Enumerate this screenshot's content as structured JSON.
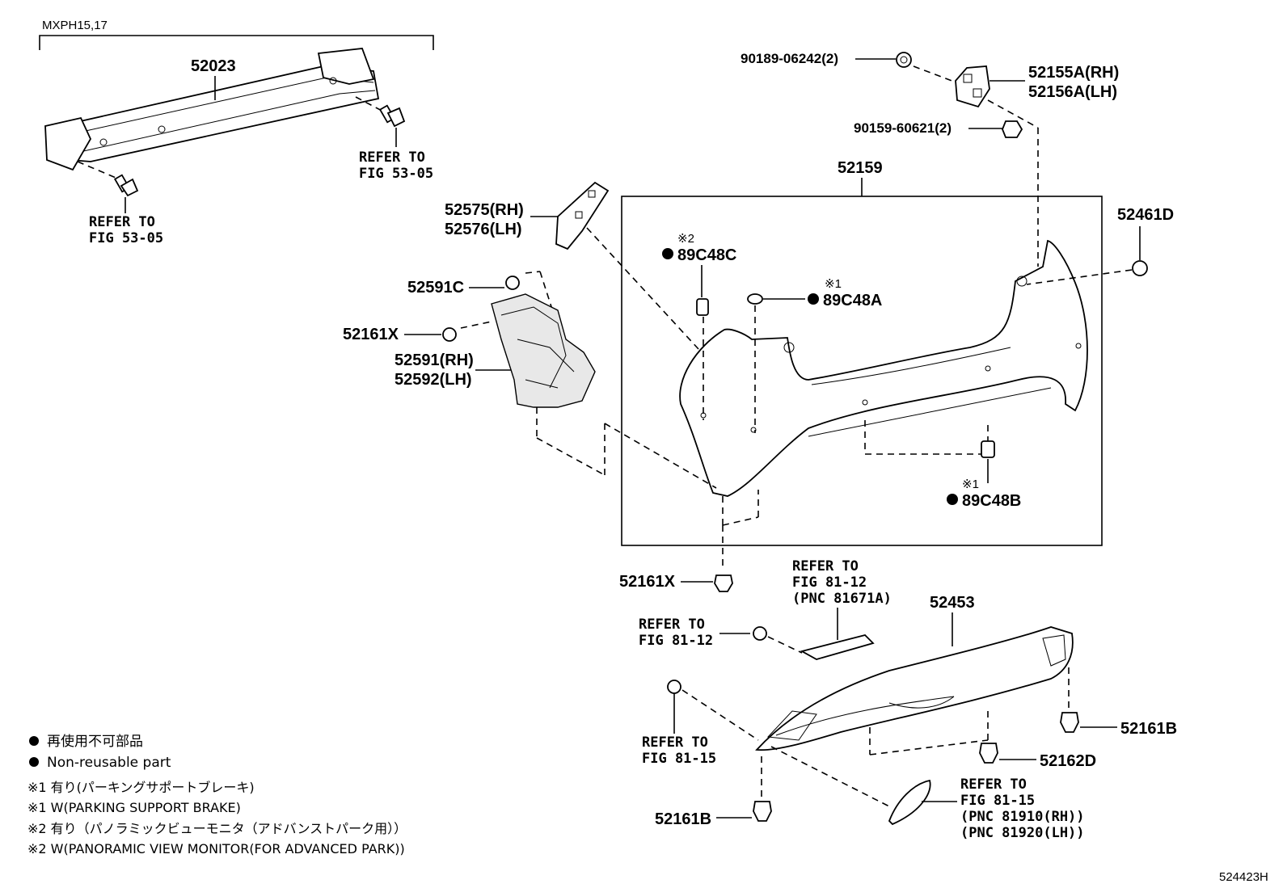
{
  "model_bracket": "MXPH15,17",
  "labels": {
    "p52023": "52023",
    "refer_left_1": "REFER TO",
    "refer_left_2": "FIG 53-05",
    "refer_mid_1": "REFER TO",
    "refer_mid_2": "FIG 53-05",
    "p90189": "90189-06242(2)",
    "p52155a": "52155A(RH)",
    "p52156a": "52156A(LH)",
    "p90159": "90159-60621(2)",
    "p52159": "52159",
    "p52575": "52575(RH)",
    "p52576": "52576(LH)",
    "p52591c": "52591C",
    "p52161x_a": "52161X",
    "p52591": "52591(RH)",
    "p52592": "52592(LH)",
    "p52461d": "52461D",
    "mark2_c": "※2",
    "p89c48c": "89C48C",
    "mark1_a": "※1",
    "p89c48a": "89C48A",
    "mark1_b": "※1",
    "p89c48b": "89C48B",
    "p52161x_b": "52161X",
    "refer_8112a_1": "REFER TO",
    "refer_8112a_2": "FIG 81-12",
    "refer_8112a_3": "(PNC 81671A)",
    "p52453": "52453",
    "refer_8112b_1": "REFER TO",
    "refer_8112b_2": "FIG 81-12",
    "refer_8115a_1": "REFER TO",
    "refer_8115a_2": "FIG 81-15",
    "p52161b_a": "52161B",
    "p52162d": "52162D",
    "p52161b_b": "52161B",
    "refer_8115b_1": "REFER TO",
    "refer_8115b_2": "FIG 81-15",
    "refer_8115b_3": "(PNC 81910(RH))",
    "refer_8115b_4": "(PNC 81920(LH))"
  },
  "legend": {
    "jp_nonreusable": "再使用不可部品",
    "en_nonreusable": "Non-reusable part",
    "note1_jp": "※1 有り(パーキングサポートブレーキ)",
    "note1_en": "※1 W(PARKING SUPPORT BRAKE)",
    "note2_jp": "※2 有り（パノラミックビューモニタ（アドバンストパーク用））",
    "note2_en": "※2 W(PANORAMIC VIEW MONITOR(FOR ADVANCED PARK))"
  },
  "figure_id": "524423H",
  "icons": [
    "bullet-dot-icon",
    "bolt-icon",
    "clip-icon",
    "nut-icon"
  ]
}
